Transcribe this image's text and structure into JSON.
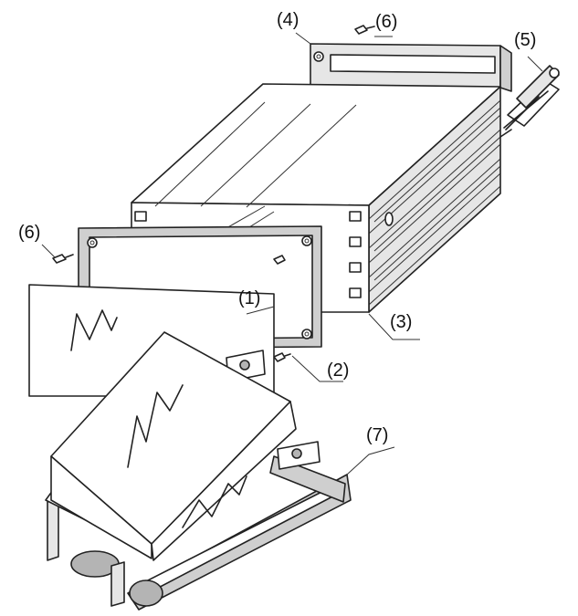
{
  "labels": {
    "l1": "(1)",
    "l2": "(2)",
    "l3": "(3)",
    "l4": "(4)",
    "l5": "(5)",
    "l6a": "(6)",
    "l6b": "(6)",
    "l7": "(7)"
  },
  "colors": {
    "line": "#222222",
    "fill_light": "#e6e6e6",
    "fill_mid": "#cfcfcf",
    "fill_dark": "#b4b4b4"
  }
}
